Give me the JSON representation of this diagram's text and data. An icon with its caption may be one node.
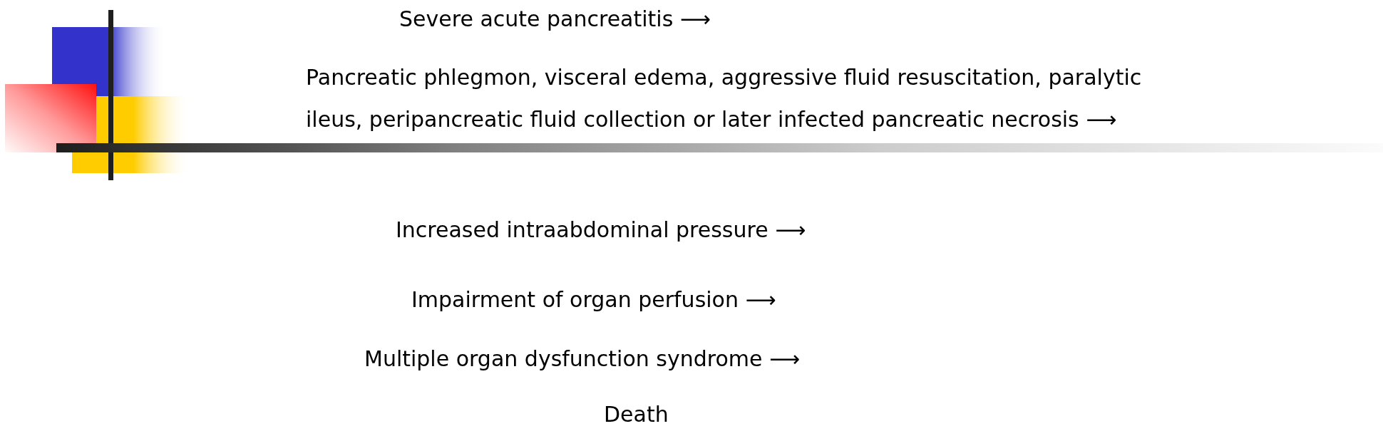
{
  "diagram": {
    "labels": [
      "Severe acute pancreatitis ⟶",
      "Pancreatic phlegmon, visceral edema, aggressive fluid resuscitation, paralytic ileus, peripancreatic fluid collection or later infected pancreatic necrosis ⟶",
      "Increased intraabdominal pressure ⟶",
      "Impairment of organ perfusion ⟶",
      "Multiple organ dysfunction syndrome ⟶",
      "Death"
    ]
  }
}
